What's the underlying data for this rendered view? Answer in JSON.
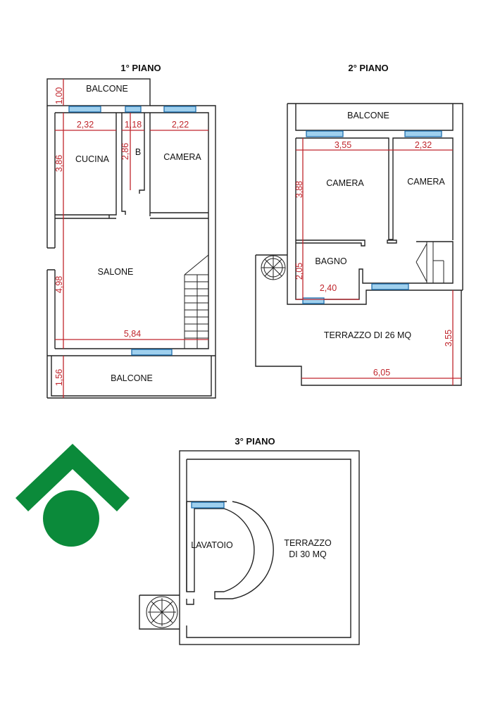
{
  "floor1": {
    "title": "1° PIANO",
    "rooms": {
      "balcone_top": "BALCONE",
      "cucina": "CUCINA",
      "bagno": "B",
      "camera": "CAMERA",
      "salone": "SALONE",
      "balcone_bottom": "BALCONE"
    },
    "dims": {
      "balcone_top": "1,00",
      "cucina_w": "2,32",
      "bagno_w": "1,18",
      "camera_w": "2,22",
      "cucina_h": "3,86",
      "bagno_h": "2,86",
      "salone_h": "4,98",
      "salone_w": "5,84",
      "balcone_bottom": "1,56"
    }
  },
  "floor2": {
    "title": "2° PIANO",
    "rooms": {
      "balcone": "BALCONE",
      "camera1": "CAMERA",
      "camera2": "CAMERA",
      "bagno": "BAGNO",
      "terrazzo": "TERRAZZO DI 26 MQ"
    },
    "dims": {
      "camera1_w": "3,55",
      "camera2_w": "2,32",
      "camera1_h": "3,88",
      "bagno_h": "2,05",
      "bagno_w": "2,40",
      "terrazzo_h": "3,55",
      "terrazzo_w": "6,05"
    }
  },
  "floor3": {
    "title": "3° PIANO",
    "rooms": {
      "lavatoio": "LAVATOIO",
      "terrazzo_line1": "TERRAZZO",
      "terrazzo_line2": "DI 30 MQ"
    }
  },
  "colors": {
    "logo": "#0b8a3a",
    "dimension": "#c0262d",
    "window": "#9fd0ee"
  }
}
